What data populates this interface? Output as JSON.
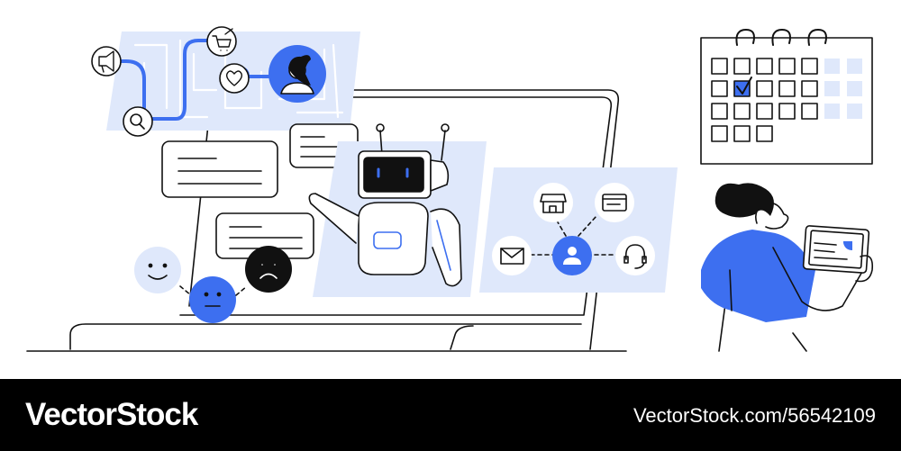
{
  "footer": {
    "brand": "VectorStock",
    "image_ref": "VectorStock.com/56542109"
  },
  "colors": {
    "accent": "#3d6ff0",
    "pale": "#dfe8fb",
    "ink": "#111111",
    "panel": "#ffffff"
  },
  "icons": [
    "megaphone-icon",
    "shopping-cart-icon",
    "heart-icon",
    "search-icon",
    "user-avatar-icon",
    "robot",
    "happy-face-icon",
    "neutral-face-icon",
    "sad-face-icon",
    "store-icon",
    "browser-window-icon",
    "mail-icon",
    "user-icon",
    "headset-icon",
    "calendar-icon",
    "checkmark-icon",
    "person-with-tablet"
  ]
}
